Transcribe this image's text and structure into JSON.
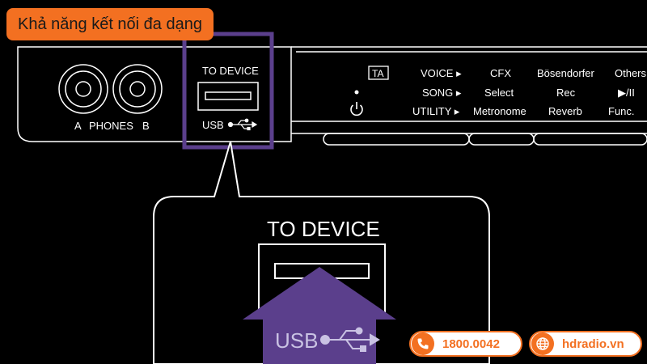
{
  "banner": {
    "title": "Khả năng kết nối đa dạng"
  },
  "panel": {
    "to_device": "TO DEVICE",
    "usb": "USB",
    "phones": {
      "a": "A",
      "label": "PHONES",
      "b": "B"
    },
    "ta": "TA",
    "buttons": {
      "row1": [
        "VOICE ▸",
        "CFX",
        "Bösendorfer",
        "Others"
      ],
      "row2": [
        "SONG ▸",
        "Select",
        "Rec",
        "▶/II"
      ],
      "row3": [
        "UTILITY ▸",
        "Metronome",
        "Reverb",
        "Func."
      ]
    }
  },
  "zoom": {
    "to_device": "TO DEVICE",
    "usb": "USB"
  },
  "contact": {
    "phone": "1800.0042",
    "website": "hdradio.vn"
  },
  "colors": {
    "accent": "#f37021",
    "highlight": "#5b3f8c",
    "line": "#ffffff"
  }
}
